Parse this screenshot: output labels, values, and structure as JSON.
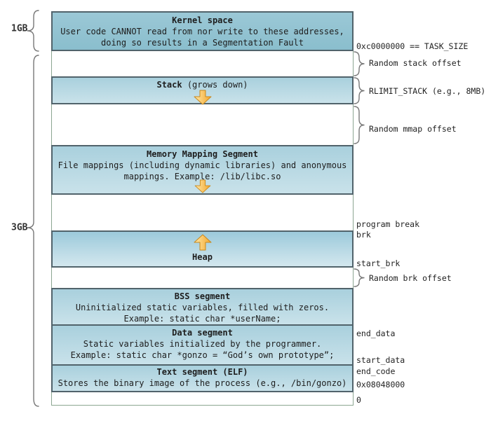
{
  "left_labels": {
    "kernel_size": "1GB",
    "user_size": "3GB"
  },
  "boxes": {
    "kernel": {
      "title": "Kernel space",
      "line1": "User code CANNOT read from nor write to these addresses,",
      "line2": "doing so results in a Segmentation Fault"
    },
    "stack": {
      "title_bold": "Stack",
      "title_rest": " (grows down)"
    },
    "mmap": {
      "title": "Memory Mapping Segment",
      "line1": "File mappings (including dynamic libraries) and anonymous",
      "line2": "mappings. Example: /lib/libc.so"
    },
    "heap": {
      "title": "Heap"
    },
    "bss": {
      "title": "BSS segment",
      "line1": "Uninitialized static variables, filled with zeros.",
      "line2": "Example: static char *userName;"
    },
    "data": {
      "title": "Data segment",
      "line1": "Static variables initialized by the programmer.",
      "line2": "Example: static char *gonzo = “God’s own prototype”;"
    },
    "text": {
      "title": "Text segment (ELF)",
      "line1": "Stores the binary image of the process (e.g., /bin/gonzo)"
    }
  },
  "right_labels": {
    "task_size": "0xc0000000 == TASK_SIZE",
    "stack_offset": "Random stack offset",
    "rlimit_stack": "RLIMIT_STACK (e.g., 8MB)",
    "mmap_offset": "Random mmap offset",
    "program_break": "program break",
    "brk": "brk",
    "start_brk": "start_brk",
    "brk_offset": "Random brk offset",
    "end_data": "end_data",
    "start_data": "start_data",
    "end_code": "end_code",
    "load_address": "0x08048000",
    "zero": "0"
  },
  "icons": {
    "arrow_down": "grows-down-arrow",
    "arrow_up": "grows-up-arrow"
  },
  "colors": {
    "box_border": "#51636b",
    "outer_border": "#8ca691",
    "kernel_top": "#9bc8d6",
    "kernel_bottom": "#8abecd",
    "segment_top": "#a9d0dd",
    "segment_bottom": "#c9e2ea",
    "heap_top": "#9ccadb",
    "heap_bottom": "#d3e7ee",
    "arrow_light": "#ffe9a8",
    "arrow_dark": "#f3a62c",
    "arrow_border": "#c9881c",
    "brace": "#777777",
    "text": "#1d1d1d"
  }
}
